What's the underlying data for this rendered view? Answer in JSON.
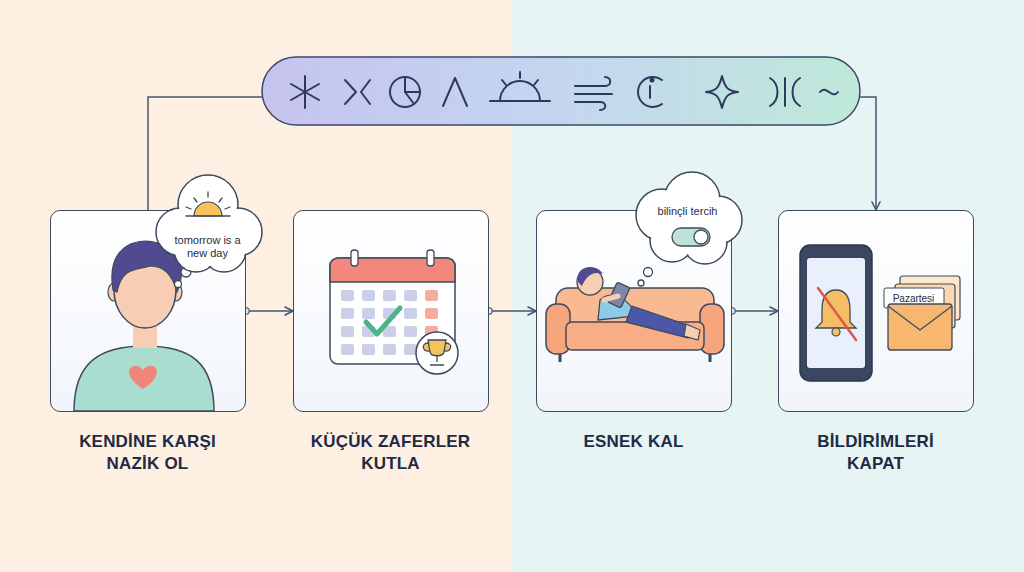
{
  "diagram": {
    "nodes": [
      {
        "text": [
          "tomorrow is a new day",
          "KENDİNE KARŞI NAZİK OL"
        ]
      },
      {
        "text": [
          "KÜÇÜK ZAFERLER KUTLA"
        ]
      },
      {
        "text": [
          "bilinçli tercih",
          "ESNEK KAL"
        ]
      },
      {
        "text": [
          "Pazartesi",
          "BİLDİRİMLERİ KAPAT"
        ]
      }
    ],
    "edges": [
      {
        "from": 0,
        "to": 1,
        "arrow": "to"
      },
      {
        "from": 1,
        "to": 2,
        "arrow": "to"
      },
      {
        "from": 2,
        "to": 3,
        "arrow": "to"
      },
      {
        "from": 0,
        "to": 3,
        "arrow": "to"
      }
    ]
  }
}
